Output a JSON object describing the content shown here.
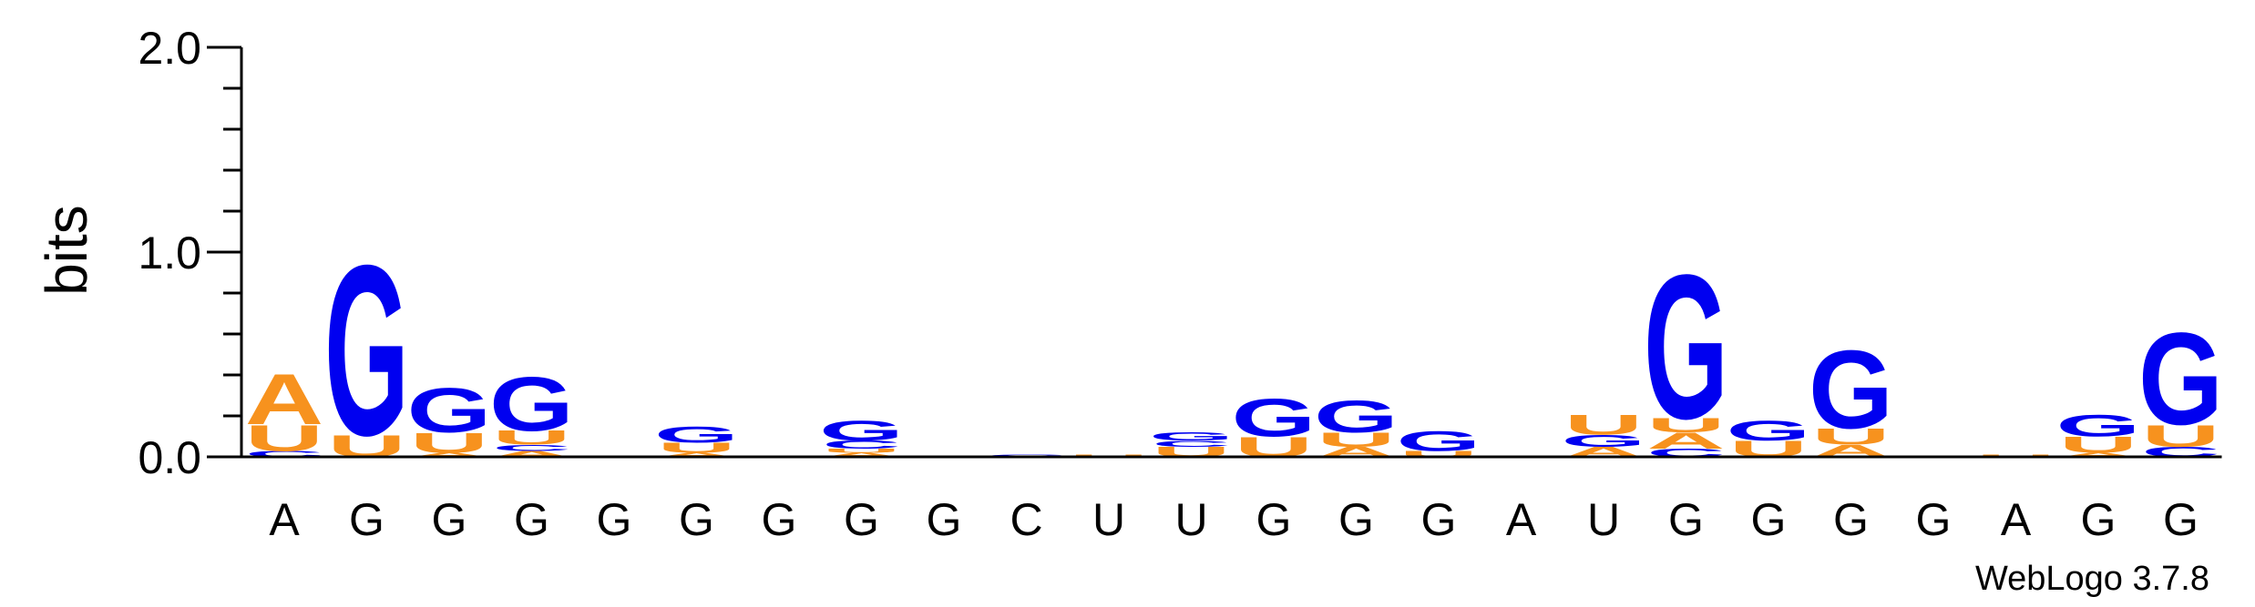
{
  "chart_data": {
    "type": "sequence-logo",
    "ylabel": "bits",
    "ylim": [
      0,
      2.0
    ],
    "yticks": [
      "0.0",
      "1.0",
      "2.0"
    ],
    "colors": {
      "A": "#f7921e",
      "U": "#f7921e",
      "G": "#0000f0",
      "C": "#0000f0"
    },
    "positions": [
      {
        "label": "A",
        "stack": [
          {
            "letter": "C",
            "bits": 0.03
          },
          {
            "letter": "U",
            "bits": 0.13
          },
          {
            "letter": "A",
            "bits": 0.25
          }
        ]
      },
      {
        "label": "G",
        "stack": [
          {
            "letter": "U",
            "bits": 0.11
          },
          {
            "letter": "G",
            "bits": 0.85
          }
        ]
      },
      {
        "label": "G",
        "stack": [
          {
            "letter": "A",
            "bits": 0.02
          },
          {
            "letter": "U",
            "bits": 0.1
          },
          {
            "letter": "G",
            "bits": 0.22
          }
        ]
      },
      {
        "label": "G",
        "stack": [
          {
            "letter": "A",
            "bits": 0.03
          },
          {
            "letter": "C",
            "bits": 0.03
          },
          {
            "letter": "U",
            "bits": 0.07
          },
          {
            "letter": "G",
            "bits": 0.27
          }
        ]
      },
      {
        "label": "G",
        "stack": []
      },
      {
        "label": "G",
        "stack": [
          {
            "letter": "A",
            "bits": 0.02
          },
          {
            "letter": "U",
            "bits": 0.05
          },
          {
            "letter": "G",
            "bits": 0.08
          }
        ]
      },
      {
        "label": "G",
        "stack": []
      },
      {
        "label": "G",
        "stack": [
          {
            "letter": "A",
            "bits": 0.02
          },
          {
            "letter": "U",
            "bits": 0.02
          },
          {
            "letter": "C",
            "bits": 0.04
          },
          {
            "letter": "G",
            "bits": 0.1
          }
        ]
      },
      {
        "label": "G",
        "stack": []
      },
      {
        "label": "C",
        "stack": [
          {
            "letter": "C",
            "bits": 0.01
          }
        ]
      },
      {
        "label": "U",
        "stack": [
          {
            "letter": "U",
            "bits": 0.01
          }
        ]
      },
      {
        "label": "U",
        "stack": [
          {
            "letter": "U",
            "bits": 0.05
          },
          {
            "letter": "C",
            "bits": 0.03
          },
          {
            "letter": "G",
            "bits": 0.04
          }
        ]
      },
      {
        "label": "G",
        "stack": [
          {
            "letter": "U",
            "bits": 0.1
          },
          {
            "letter": "G",
            "bits": 0.19
          }
        ]
      },
      {
        "label": "G",
        "stack": [
          {
            "letter": "A",
            "bits": 0.05
          },
          {
            "letter": "U",
            "bits": 0.07
          },
          {
            "letter": "G",
            "bits": 0.16
          }
        ]
      },
      {
        "label": "G",
        "stack": [
          {
            "letter": "U",
            "bits": 0.03
          },
          {
            "letter": "G",
            "bits": 0.1
          }
        ]
      },
      {
        "label": "A",
        "stack": []
      },
      {
        "label": "U",
        "stack": [
          {
            "letter": "A",
            "bits": 0.05
          },
          {
            "letter": "G",
            "bits": 0.06
          },
          {
            "letter": "U",
            "bits": 0.1
          }
        ]
      },
      {
        "label": "G",
        "stack": [
          {
            "letter": "C",
            "bits": 0.04
          },
          {
            "letter": "A",
            "bits": 0.08
          },
          {
            "letter": "U",
            "bits": 0.07
          },
          {
            "letter": "G",
            "bits": 0.72
          }
        ]
      },
      {
        "label": "G",
        "stack": [
          {
            "letter": "U",
            "bits": 0.08
          },
          {
            "letter": "G",
            "bits": 0.1
          }
        ]
      },
      {
        "label": "G",
        "stack": [
          {
            "letter": "A",
            "bits": 0.06
          },
          {
            "letter": "U",
            "bits": 0.08
          },
          {
            "letter": "G",
            "bits": 0.39
          }
        ]
      },
      {
        "label": "G",
        "stack": []
      },
      {
        "label": "A",
        "stack": [
          {
            "letter": "U",
            "bits": 0.01
          }
        ]
      },
      {
        "label": "G",
        "stack": [
          {
            "letter": "A",
            "bits": 0.02
          },
          {
            "letter": "U",
            "bits": 0.08
          },
          {
            "letter": "G",
            "bits": 0.11
          }
        ]
      },
      {
        "label": "G",
        "stack": [
          {
            "letter": "C",
            "bits": 0.05
          },
          {
            "letter": "U",
            "bits": 0.11
          },
          {
            "letter": "G",
            "bits": 0.46
          }
        ]
      }
    ]
  },
  "credit": "WebLogo 3.7.8"
}
